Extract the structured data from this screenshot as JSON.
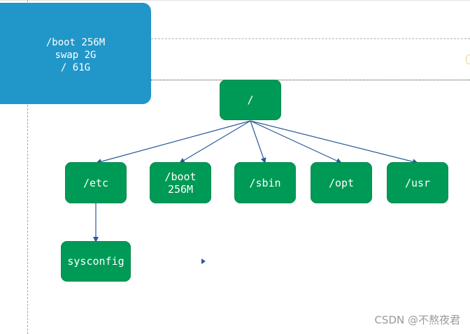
{
  "info_box": {
    "lines": [
      "/boot 256M",
      "swap 2G",
      "/ 61G"
    ]
  },
  "tree": {
    "root": {
      "label": "/"
    },
    "children": [
      {
        "lines": [
          "/etc"
        ]
      },
      {
        "lines": [
          "/boot",
          "256M"
        ]
      },
      {
        "lines": [
          "/sbin"
        ]
      },
      {
        "lines": [
          "/opt"
        ]
      },
      {
        "lines": [
          "/usr"
        ]
      }
    ],
    "grandchild": {
      "label": "sysconfig",
      "parent_label": "/etc"
    }
  },
  "watermark": "CSDN @不熬夜君",
  "colors": {
    "info_box_fill": "#2196c8",
    "node_fill": "#009a57",
    "edge_stroke": "#2a5a9a",
    "text": "#ffffff"
  }
}
